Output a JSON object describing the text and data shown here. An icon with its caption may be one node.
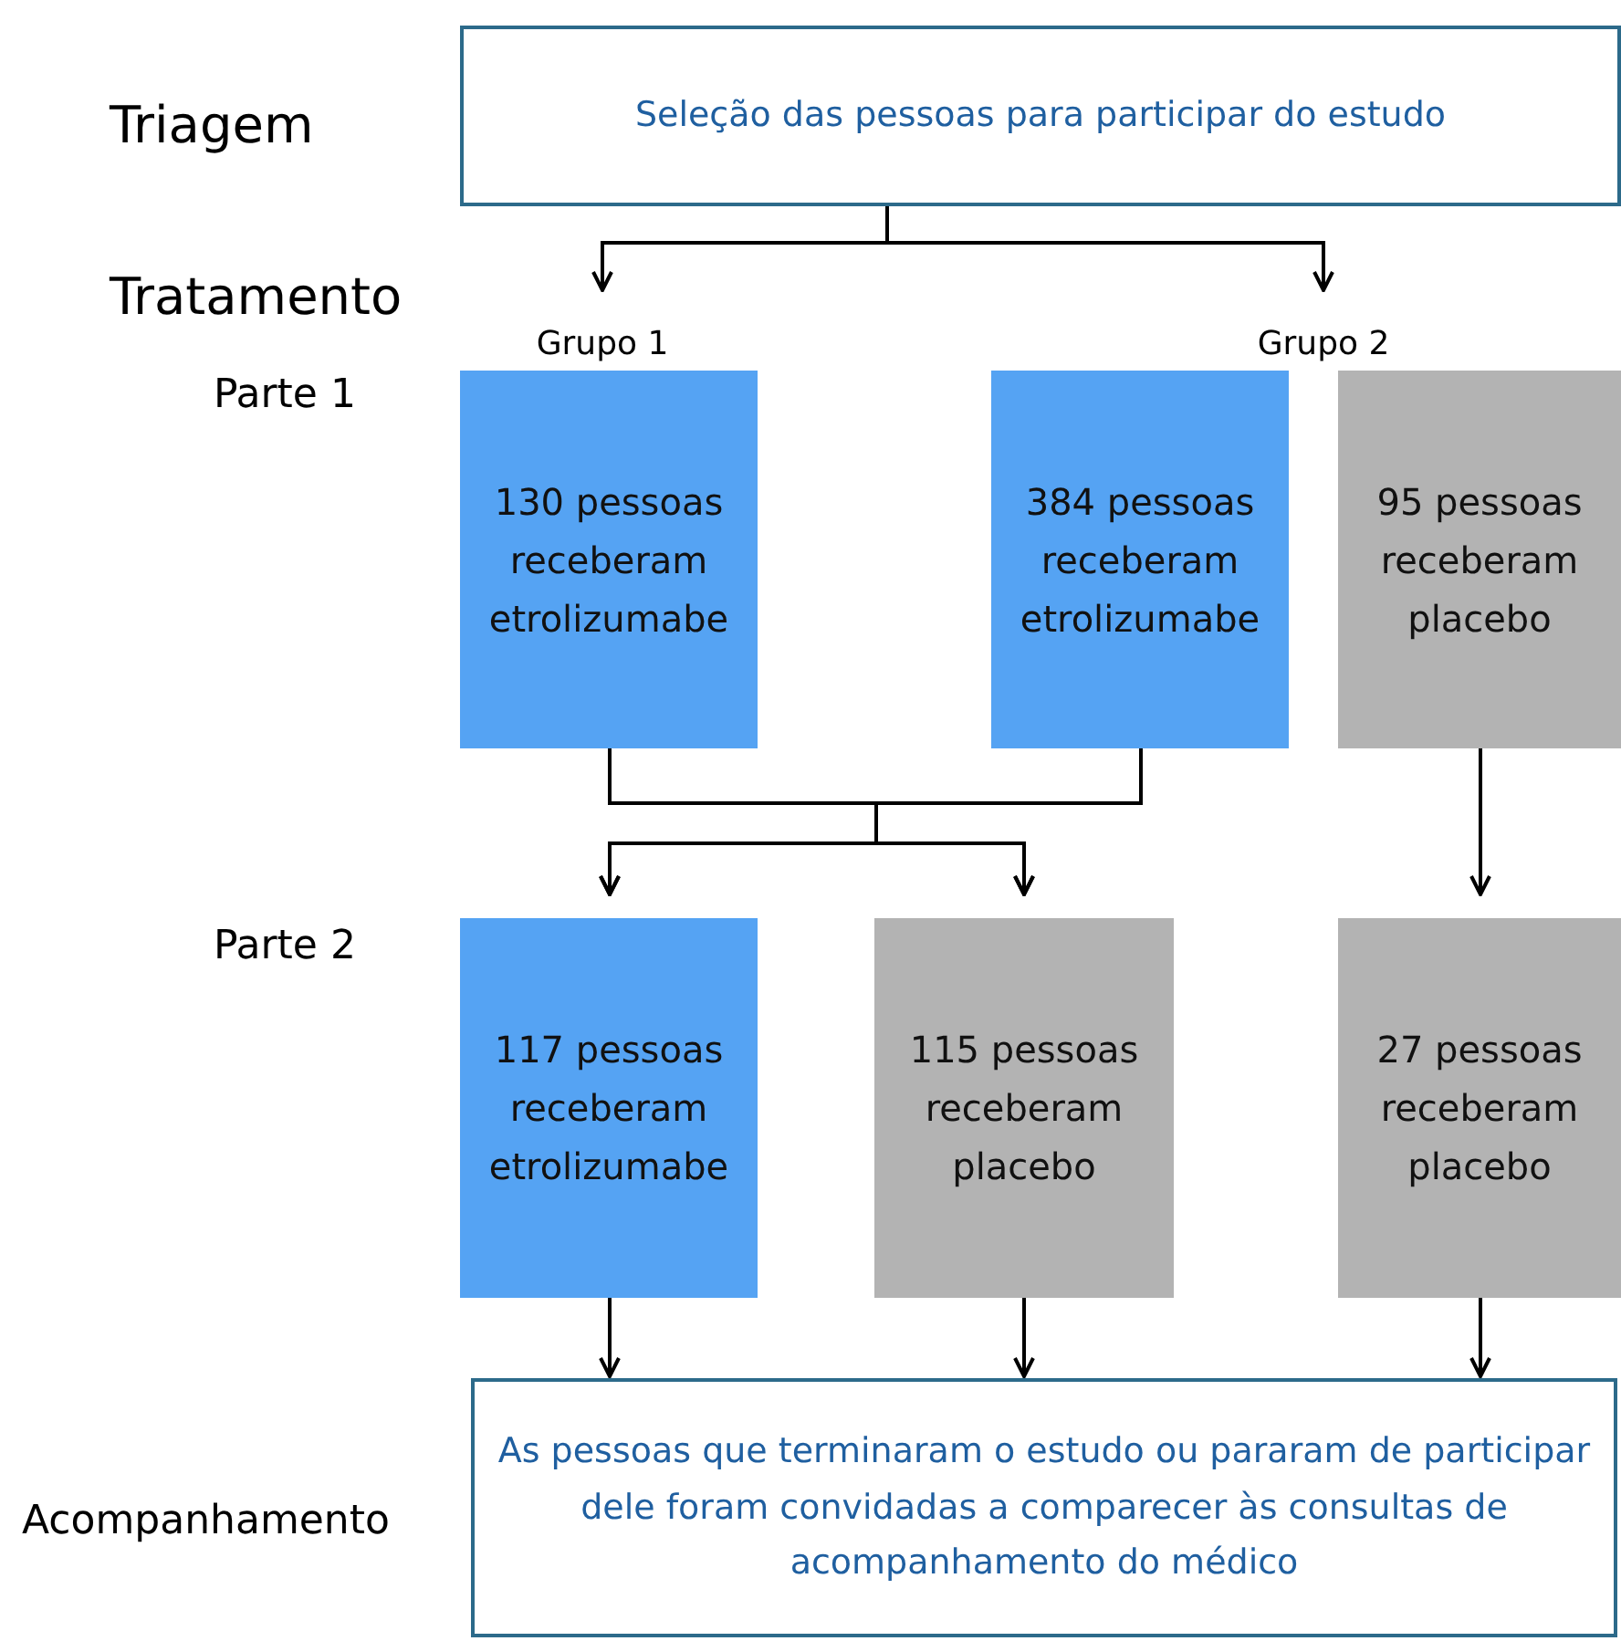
{
  "diagram": {
    "nodes": [
      {
        "text": [
          "Seleção das pessoas para participar do estudo"
        ]
      },
      {
        "text": [
          "Grupo 1"
        ]
      },
      {
        "text": [
          "Grupo 2"
        ]
      },
      {
        "text": [
          "130 pessoas receberam etrolizumabe"
        ]
      },
      {
        "text": [
          "384 pessoas receberam etrolizumabe"
        ]
      },
      {
        "text": [
          "95 pessoas receberam placebo"
        ]
      },
      {
        "text": [
          "117 pessoas receberam etrolizumabe"
        ]
      },
      {
        "text": [
          "115 pessoas receberam placebo"
        ]
      },
      {
        "text": [
          "27 pessoas receberam placebo"
        ]
      },
      {
        "text": [
          "As pessoas que terminaram o estudo ou pararam de participar dele foram convidadas a comparecer às consultas de acompanhamento do médico"
        ]
      }
    ],
    "edges": [
      {
        "from": 0,
        "to": 1,
        "arrow": "to"
      },
      {
        "from": 0,
        "to": 2,
        "arrow": "to"
      },
      {
        "from": 3,
        "to": 6,
        "arrow": "to"
      },
      {
        "from": 3,
        "to": 7,
        "arrow": "to"
      },
      {
        "from": 4,
        "to": 6,
        "arrow": "to"
      },
      {
        "from": 4,
        "to": 7,
        "arrow": "to"
      },
      {
        "from": 5,
        "to": 8,
        "arrow": "to"
      },
      {
        "from": 6,
        "to": 9,
        "arrow": "to"
      },
      {
        "from": 7,
        "to": 9,
        "arrow": "to"
      },
      {
        "from": 8,
        "to": 9,
        "arrow": "to"
      }
    ],
    "labels": [
      "Triagem",
      "Tratamento",
      "Parte 1",
      "Parte 2",
      "Acompanhamento"
    ]
  }
}
